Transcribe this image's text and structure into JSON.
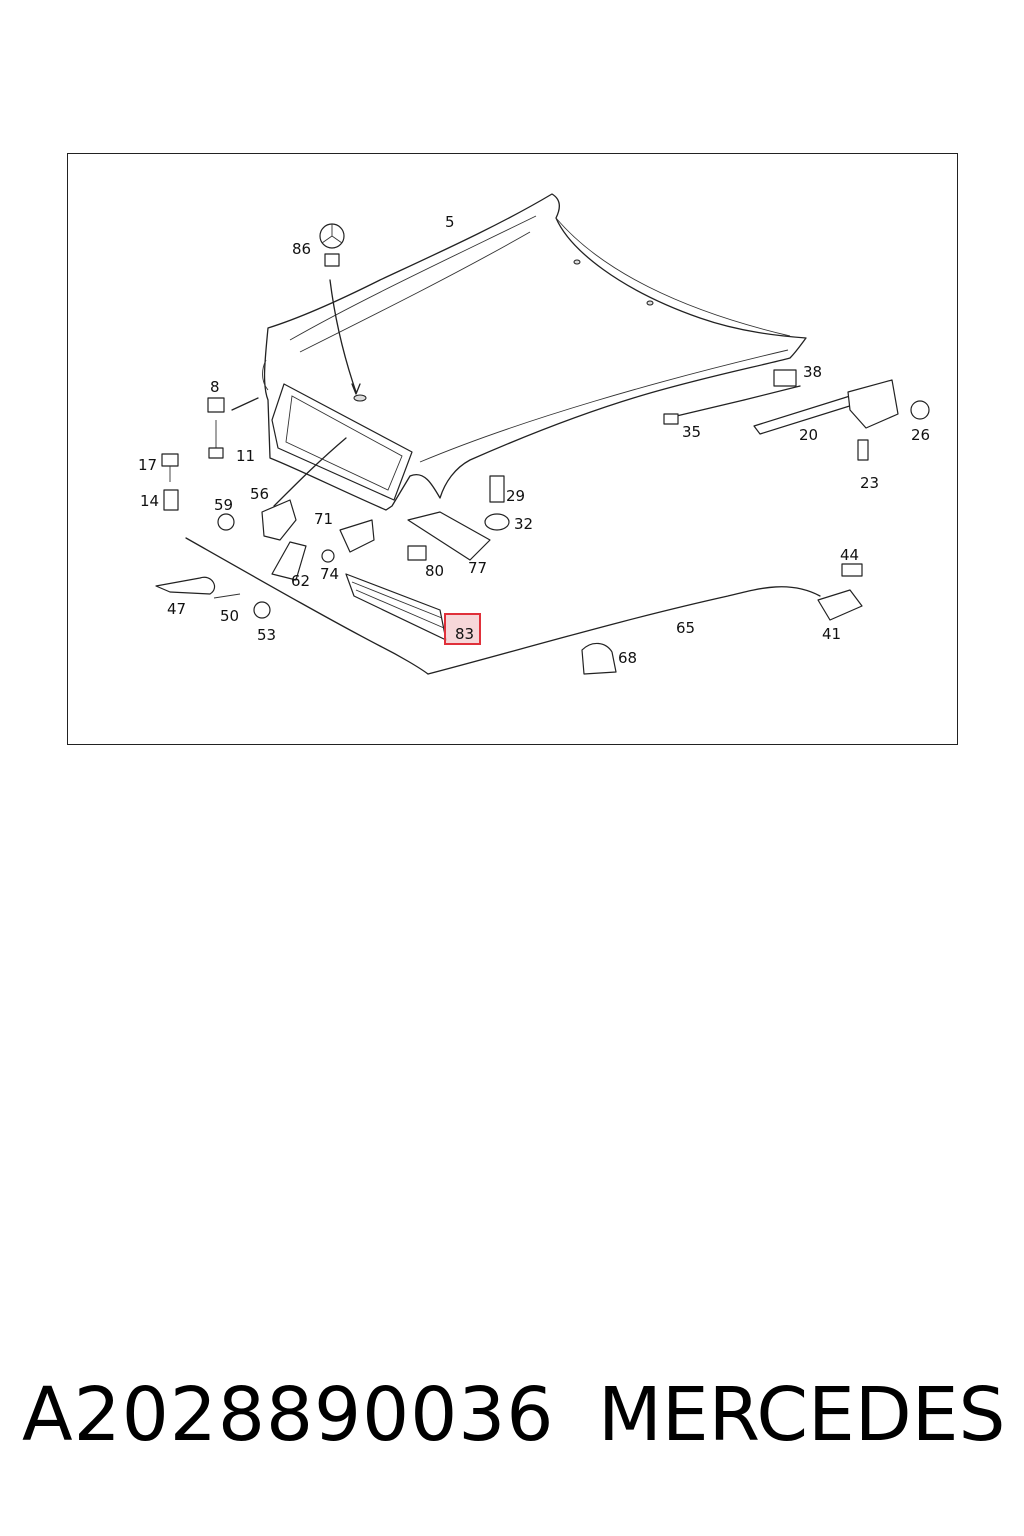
{
  "footer": {
    "part_number": "A2028890036",
    "brand": "MERCEDES"
  },
  "highlight": {
    "label": "83",
    "color": "#e0303a"
  },
  "labels": {
    "l5": "5",
    "l86": "86",
    "l8": "8",
    "l11": "11",
    "l17": "17",
    "l14": "14",
    "l59": "59",
    "l56": "56",
    "l71": "71",
    "l74": "74",
    "l62": "62",
    "l47": "47",
    "l50": "50",
    "l53": "53",
    "l29": "29",
    "l32": "32",
    "l80": "80",
    "l77": "77",
    "l38": "38",
    "l35": "35",
    "l20": "20",
    "l26": "26",
    "l23": "23",
    "l44": "44",
    "l41": "41",
    "l65": "65",
    "l68": "68"
  }
}
